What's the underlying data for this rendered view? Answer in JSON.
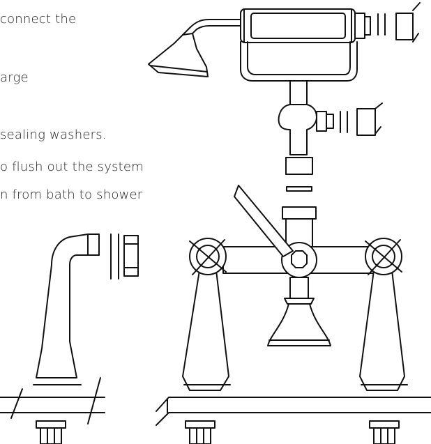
{
  "instructions": {
    "lines": [
      "connect the",
      "arge",
      "sealing washers.",
      "o flush out the system",
      "n from bath to shower"
    ]
  },
  "colors": {
    "line_art": "#111111",
    "text": "#222222",
    "background": "#ffffff"
  }
}
